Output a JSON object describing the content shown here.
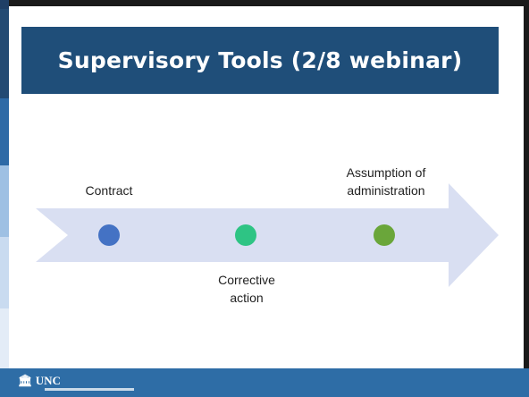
{
  "slide": {
    "title": "Supervisory Tools (2/8 webinar)",
    "steps": [
      {
        "label": "Contract",
        "color": "#4472c4"
      },
      {
        "label": "Corrective action",
        "color": "#2ec484"
      },
      {
        "label": "Assumption of administration",
        "color": "#6aa63a"
      }
    ]
  },
  "footer": {
    "logo_text": "UNC"
  },
  "colors": {
    "title_band": "#1f4e79",
    "arrow_fill": "#d9dff2",
    "footer_band": "#2e6da6"
  }
}
